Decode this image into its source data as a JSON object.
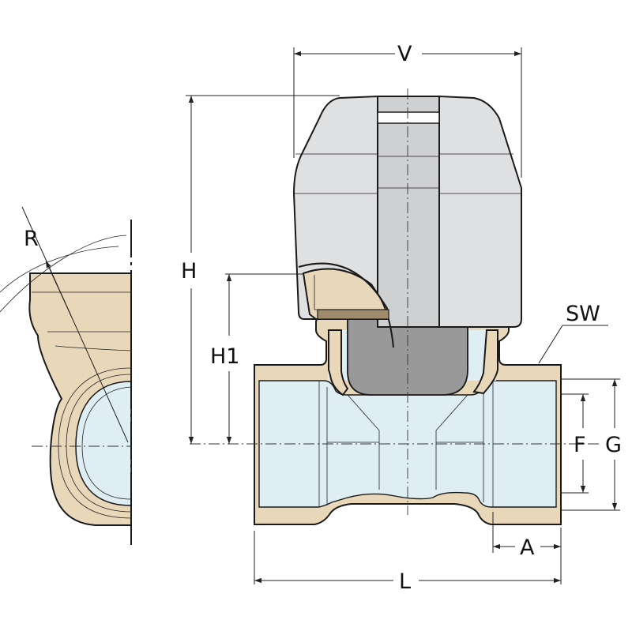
{
  "labels": {
    "V": "V",
    "H": "H",
    "H1": "H1",
    "SW": "SW",
    "R": "R",
    "F": "F",
    "G": "G",
    "A": "A",
    "L": "L"
  },
  "colors": {
    "brass": "#e9d7b9",
    "brass_dark": "#a08b6d",
    "cap": "#dfe0e1",
    "cap_shade": "#cfd0d2",
    "insert": "#999999",
    "bore": "#deeef3",
    "line": "#1a1a1a"
  },
  "icons": {
    "arrow": "dimension-arrow-icon"
  }
}
